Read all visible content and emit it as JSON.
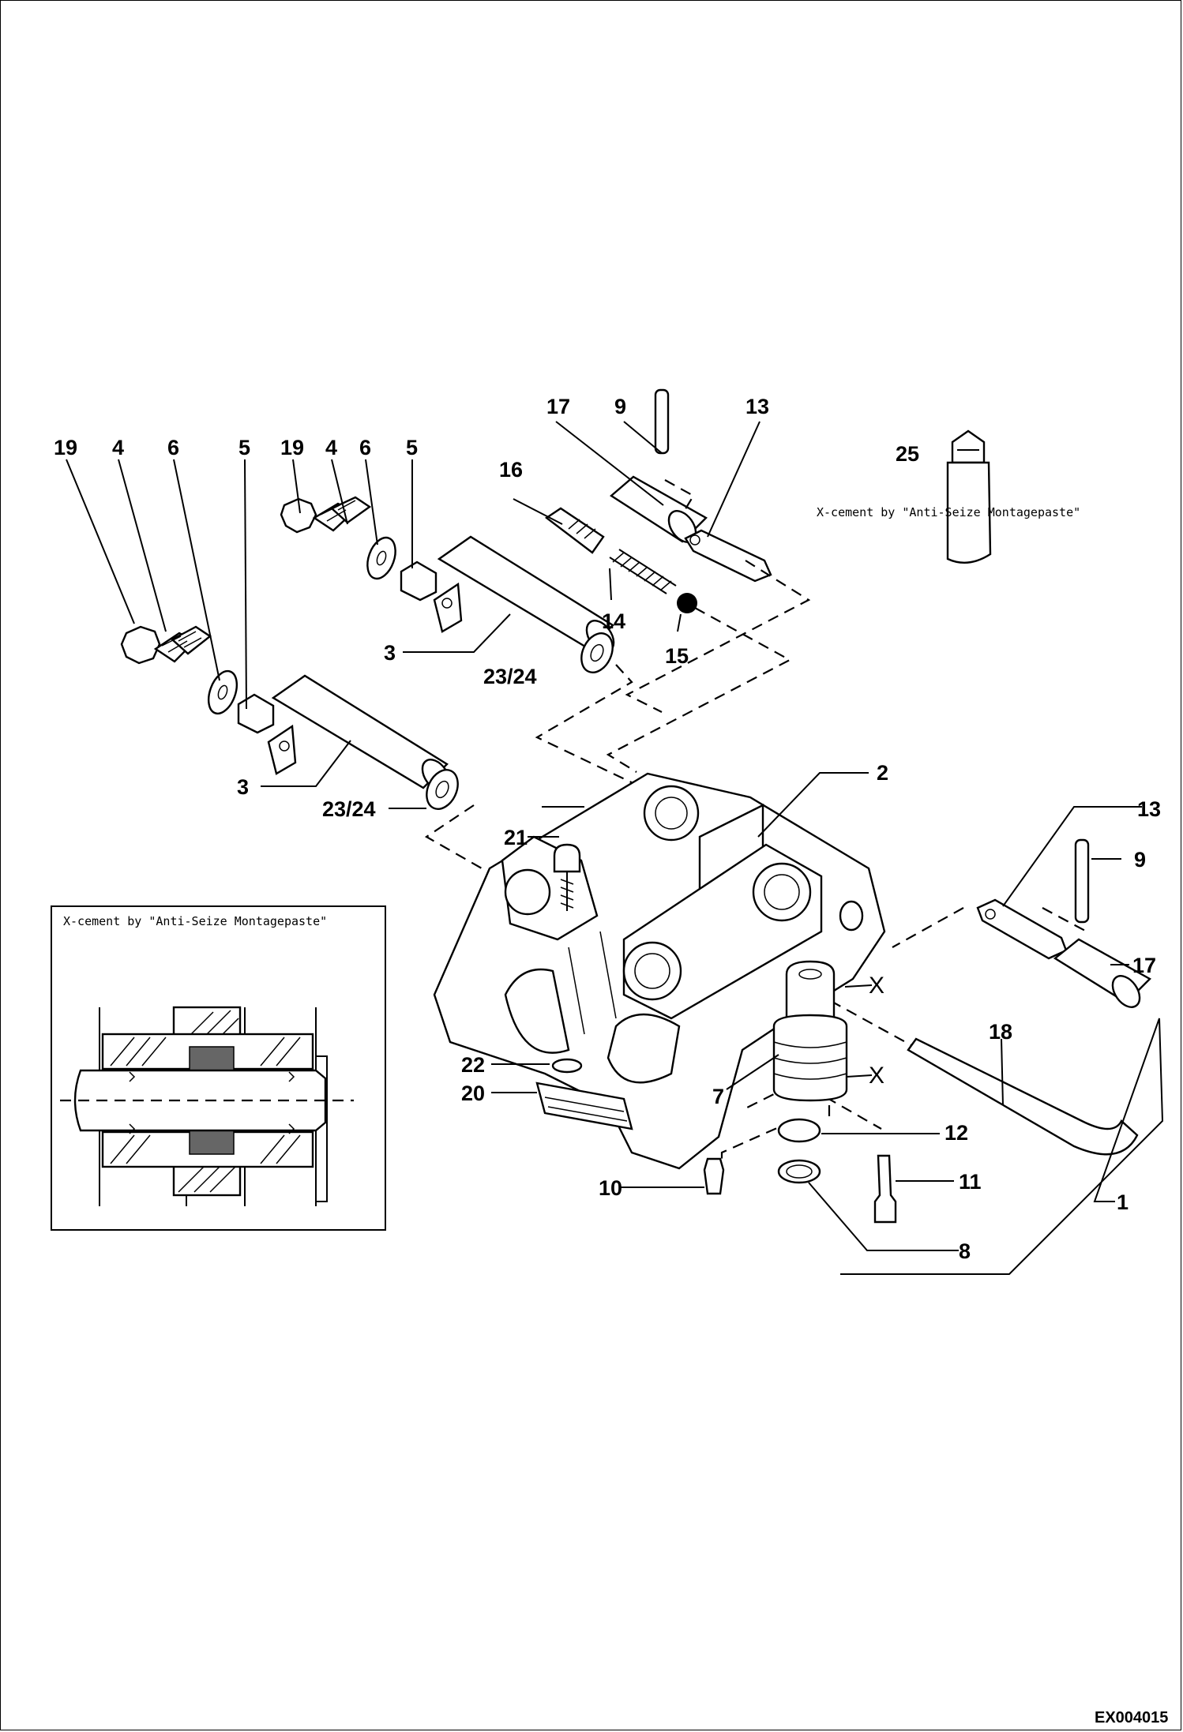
{
  "drawing_code": "EX004015",
  "notes": {
    "top_right": "X-cement by \"Anti-Seize Montagepaste\"",
    "inset": "X-cement by \"Anti-Seize Montagepaste\""
  },
  "callouts": {
    "c1": "1",
    "c2": "2",
    "c3a": "3",
    "c3b": "3",
    "c4a": "4",
    "c4b": "4",
    "c5a": "5",
    "c5b": "5",
    "c6a": "6",
    "c6b": "6",
    "c7": "7",
    "c8": "8",
    "c9a": "9",
    "c9b": "9",
    "c10": "10",
    "c11": "11",
    "c12": "12",
    "c13a": "13",
    "c13b": "13",
    "c14": "14",
    "c15": "15",
    "c16": "16",
    "c17a": "17",
    "c17b": "17",
    "c18": "18",
    "c19a": "19",
    "c19b": "19",
    "c20": "20",
    "c21": "21",
    "c22": "22",
    "c2324a": "23/24",
    "c2324b": "23/24",
    "c25": "25",
    "xa": "X",
    "xb": "X"
  }
}
